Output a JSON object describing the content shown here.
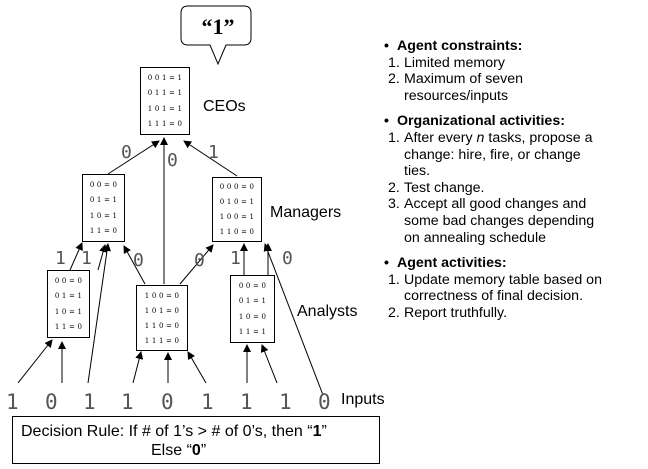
{
  "speech": {
    "open": "“",
    "value": "1",
    "close": "”"
  },
  "tables": {
    "ceo": [
      "0 0 1 = 1",
      "0 1 1 = 1",
      "1 0 1 = 1",
      "1 1 1 = 0"
    ],
    "manager_left": [
      "0 0 = 0",
      "0 1 = 1",
      "1 0 = 1",
      "1 1 = 0"
    ],
    "manager_right": [
      "0 0 0 = 0",
      "0 1 0 = 1",
      "1 0 0 = 1",
      "1 1 0 = 0"
    ],
    "analyst_left": [
      "0 0 = 0",
      "0 1 = 1",
      "1 0 = 1",
      "1 1 = 0"
    ],
    "analyst_middle": [
      "1 0 0 = 0",
      "1 0 1 = 0",
      "1 1 0 = 0",
      "1 1 1 = 0"
    ],
    "analyst_right": [
      "0 0 = 0",
      "0 1 = 1",
      "1 0 = 0",
      "1 1 = 1"
    ]
  },
  "levels": {
    "ceos": "CEOs",
    "managers": "Managers",
    "analysts": "Analysts",
    "inputs": "Inputs"
  },
  "outputs": {
    "manager_left": "0",
    "analyst_middle_to_ceo": "0",
    "manager_right": "1",
    "analyst_left_a": "1",
    "analyst_left_b": "1",
    "analyst_middle_to_left": "0",
    "analyst_middle_to_right": "0",
    "analyst_right_a": "1",
    "analyst_right_b": "0"
  },
  "inputs": [
    "1",
    "0",
    "1",
    "1",
    "0",
    "1",
    "1",
    "1",
    "0"
  ],
  "decision_rule": {
    "prefix": "Decision Rule:   If # of 1’s > # of 0’s, then “",
    "then_value": "1",
    "then_close": "”",
    "else_prefix": "Else “",
    "else_value": "0",
    "else_close": "”"
  },
  "panel": {
    "sections": [
      {
        "bullet": "•",
        "title": "Agent constraints:",
        "items": [
          {
            "num": "1.",
            "text": "Limited memory"
          },
          {
            "num": "2.",
            "text": "Maximum of seven",
            "cont": "resources/inputs"
          }
        ]
      },
      {
        "bullet": "•",
        "title": "Organizational activities:",
        "items": [
          {
            "num": "1.",
            "pre": "After every ",
            "em": "n",
            "post": " tasks, propose a",
            "cont": "change:  hire, fire, or change",
            "cont2": "ties."
          },
          {
            "num": "2.",
            "text": "Test change."
          },
          {
            "num": "3.",
            "text": "Accept all good changes and",
            "cont": "some bad changes depending",
            "cont2": "on annealing schedule"
          }
        ]
      },
      {
        "bullet": "•",
        "title": "Agent activities:",
        "items": [
          {
            "num": "1.",
            "text": "Update memory table based on",
            "cont": "correctness of final decision."
          },
          {
            "num": "2.",
            "text": "Report truthfully."
          }
        ]
      }
    ]
  }
}
